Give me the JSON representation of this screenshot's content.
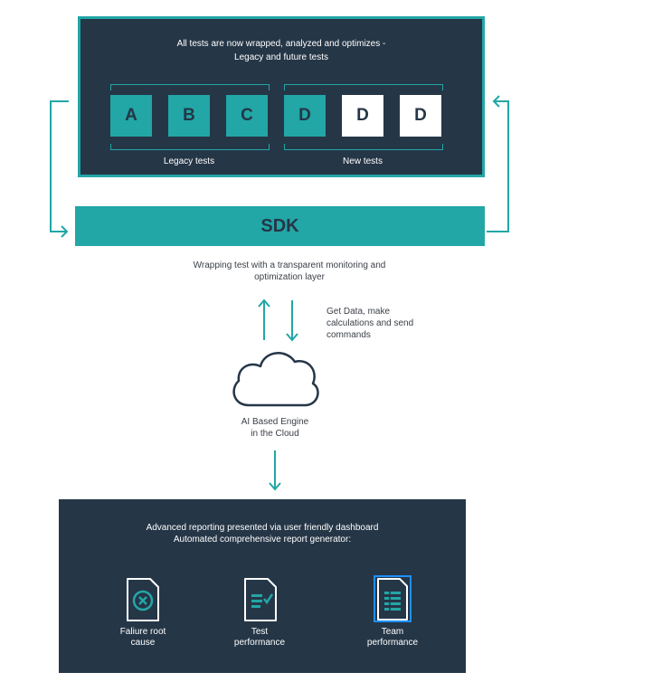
{
  "top_panel": {
    "text": "All tests are now wrapped, analyzed and optimizes -\nLegacy and future tests",
    "tiles": [
      {
        "label": "A",
        "style": "teal"
      },
      {
        "label": "B",
        "style": "teal"
      },
      {
        "label": "C",
        "style": "teal"
      },
      {
        "label": "D",
        "style": "teal"
      },
      {
        "label": "D",
        "style": "white"
      },
      {
        "label": "D",
        "style": "white"
      }
    ],
    "legacy_label": "Legacy tests",
    "new_label": "New tests"
  },
  "sdk": {
    "label": "SDK",
    "caption": "Wrapping test with a transparent monitoring and\noptimization layer"
  },
  "data_flow": {
    "caption": "Get Data, make\ncalculations and send\ncommands"
  },
  "cloud": {
    "caption": "AI Based Engine\nin the Cloud"
  },
  "bottom_panel": {
    "text": "Advanced reporting presented via user friendly dashboard\nAutomated comprehensive report generator:",
    "reports": [
      {
        "icon": "failure-doc-icon",
        "label": "Faliure root\ncause"
      },
      {
        "icon": "test-performance-doc-icon",
        "label": "Test\nperformance"
      },
      {
        "icon": "team-performance-doc-icon",
        "label": "Team\nperformance"
      }
    ]
  },
  "colors": {
    "navy": "#253647",
    "teal": "#22a6a6",
    "highlight": "#1e90ff"
  }
}
